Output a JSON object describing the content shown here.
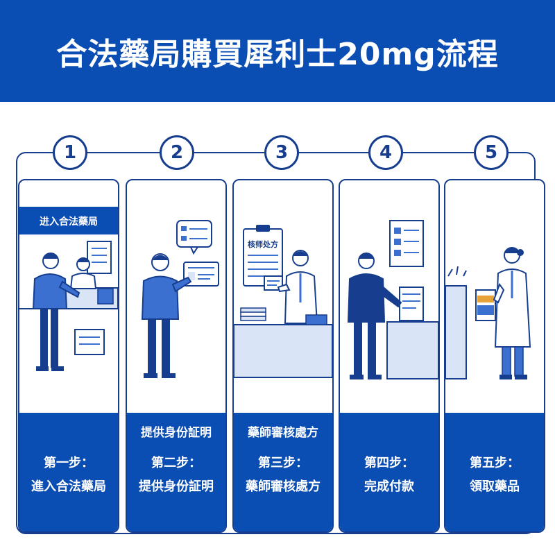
{
  "header": {
    "title": "合法藥局購買犀利士20mg流程"
  },
  "steps": [
    {
      "num": "1",
      "sub": "",
      "label": "第一步：",
      "desc": "進入合法藥局",
      "sign": "进入合法藥局",
      "card_tag": ""
    },
    {
      "num": "2",
      "sub": "提供身份証明",
      "label": "第二步：",
      "desc": "提供身份証明",
      "sign": "",
      "card_tag": ""
    },
    {
      "num": "3",
      "sub": "藥師審核處方",
      "label": "第三步：",
      "desc": "藥師審核處方",
      "sign": "核师处方",
      "card_tag": ""
    },
    {
      "num": "4",
      "sub": "",
      "label": "第四步：",
      "desc": "完成付款",
      "sign": "",
      "card_tag": ""
    },
    {
      "num": "5",
      "sub": "",
      "label": "第五步：",
      "desc": "領取藥品",
      "sign": "",
      "card_tag": ""
    }
  ],
  "colors": {
    "primary": "#0a4db3",
    "outline": "#163d8e",
    "figure": "#3b6fd0",
    "light": "#d9e4f7"
  }
}
